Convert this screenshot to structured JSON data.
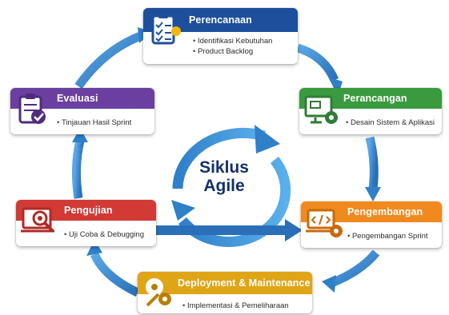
{
  "center": {
    "line1": "Siklus",
    "line2": "Agile"
  },
  "stages": {
    "perencanaan": {
      "title": "Perencanaan",
      "items": [
        "Identifikasi Kebutuhan",
        "Product Backlog"
      ],
      "color": "#1e4f9c",
      "icon": "checklist-clipboard-icon"
    },
    "perancangan": {
      "title": "Perancangan",
      "items": [
        "Desain Sistem & Aplikasi"
      ],
      "color": "#3a9a3f",
      "icon": "monitor-gear-icon"
    },
    "pengembangan": {
      "title": "Pengembangan",
      "items": [
        "Pengembangan Sprint"
      ],
      "color": "#f08a1e",
      "icon": "code-laptop-gear-icon"
    },
    "deployment": {
      "title": "Deployment & Maintenance",
      "items": [
        "Implementasi & Pemeliharaan"
      ],
      "color": "#e0a516",
      "icon": "gears-wrench-icon"
    },
    "pengujian": {
      "title": "Pengujian",
      "items": [
        "Uji Coba & Debugging"
      ],
      "color": "#d13a35",
      "icon": "laptop-bug-magnifier-icon"
    },
    "evaluasi": {
      "title": "Evaluasi",
      "items": [
        "Tinjauan Hasil Sprint"
      ],
      "color": "#6a3fa0",
      "icon": "clipboard-check-icon"
    }
  },
  "colors": {
    "cycle_arrow": "#3d8fd6",
    "cycle_arrow_dark": "#2a6fb8",
    "center_text": "#14306b"
  }
}
